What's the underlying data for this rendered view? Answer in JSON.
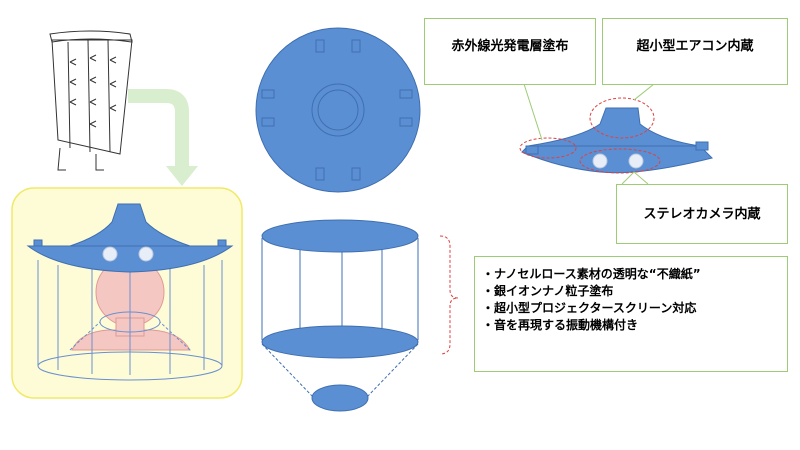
{
  "callouts": {
    "infrared": "赤外線光発電層塗布",
    "aircon": "超小型エアコン内蔵",
    "camera": "ステレオカメラ内蔵"
  },
  "features": [
    "・ナノセルロース素材の透明な“不織紙”",
    "・銀イオンナノ粒子塗布",
    "・超小型プロジェクタースクリーン対応",
    "・音を再現する振動機構付き"
  ],
  "colors": {
    "device_fill": "#5b8fd4",
    "device_stroke": "#3f6fb0",
    "callout_border": "#9ccc75",
    "highlight_bg": "#fdfcd6",
    "highlight_border": "#f2e96a",
    "arrow": "#d9edcf",
    "red_dashed": "#e04040",
    "person": "#f5c7c2"
  }
}
